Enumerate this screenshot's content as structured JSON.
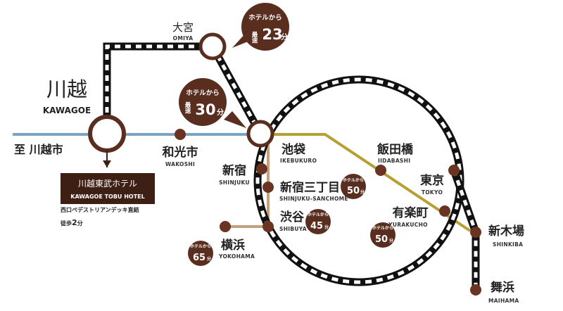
{
  "colors": {
    "brown": "#5a2e1f",
    "blue_line": "#7ba3c4",
    "olive_line": "#b5a032",
    "tan_line": "#c4a07d",
    "station_fill": "#6b3322",
    "hotel_box": "#3d1f14"
  },
  "direction_label": "至 川越市",
  "hotel": {
    "name_jp": "川越東武ホテル",
    "name_en": "KAWAGOE TOBU HOTEL",
    "note1": "西口ペデストリアンデッキ直結",
    "note2_prefix": "徒歩",
    "note2_num": "2",
    "note2_suffix": "分"
  },
  "stations": {
    "kawagoe": {
      "jp": "川越",
      "en": "KAWAGOE"
    },
    "omiya": {
      "jp": "大宮",
      "en": "OMIYA"
    },
    "wakoshi": {
      "jp": "和光市",
      "en": "WAKOSHI"
    },
    "ikebukuro": {
      "jp": "池袋",
      "en": "IKEBUKURO"
    },
    "iidabashi": {
      "jp": "飯田橋",
      "en": "IIDABASHI"
    },
    "shinjuku": {
      "jp": "新宿",
      "en": "SHINJUKU"
    },
    "shinjuku_sanchome": {
      "jp": "新宿三丁目",
      "en": "SHINJUKU-SANCHOME"
    },
    "shibuya": {
      "jp": "渋谷",
      "en": "SHIBUYA"
    },
    "yokohama": {
      "jp": "横浜",
      "en": "YOKOHAMA"
    },
    "tokyo": {
      "jp": "東京",
      "en": "TOKYO"
    },
    "yurakucho": {
      "jp": "有楽町",
      "en": "YURAKUCHO"
    },
    "shinkiba": {
      "jp": "新木場",
      "en": "SHINKIBA"
    },
    "maihama": {
      "jp": "舞浜",
      "en": "MAIHAMA"
    }
  },
  "bubbles": {
    "omiya": {
      "line1": "ホテルから",
      "prefix": "最速",
      "minutes": "23",
      "unit": "分"
    },
    "ikebukuro": {
      "line1": "ホテルから",
      "prefix": "最速",
      "minutes": "30",
      "unit": "分"
    }
  },
  "badges": {
    "shinjuku_sanchome": {
      "from": "ホテルから",
      "minutes": "50"
    },
    "shibuya": {
      "from": "ホテルから",
      "minutes": "45"
    },
    "yokohama": {
      "from": "ホテルから",
      "minutes": "65"
    },
    "yurakucho": {
      "from": "ホテルから",
      "minutes": "50"
    }
  }
}
